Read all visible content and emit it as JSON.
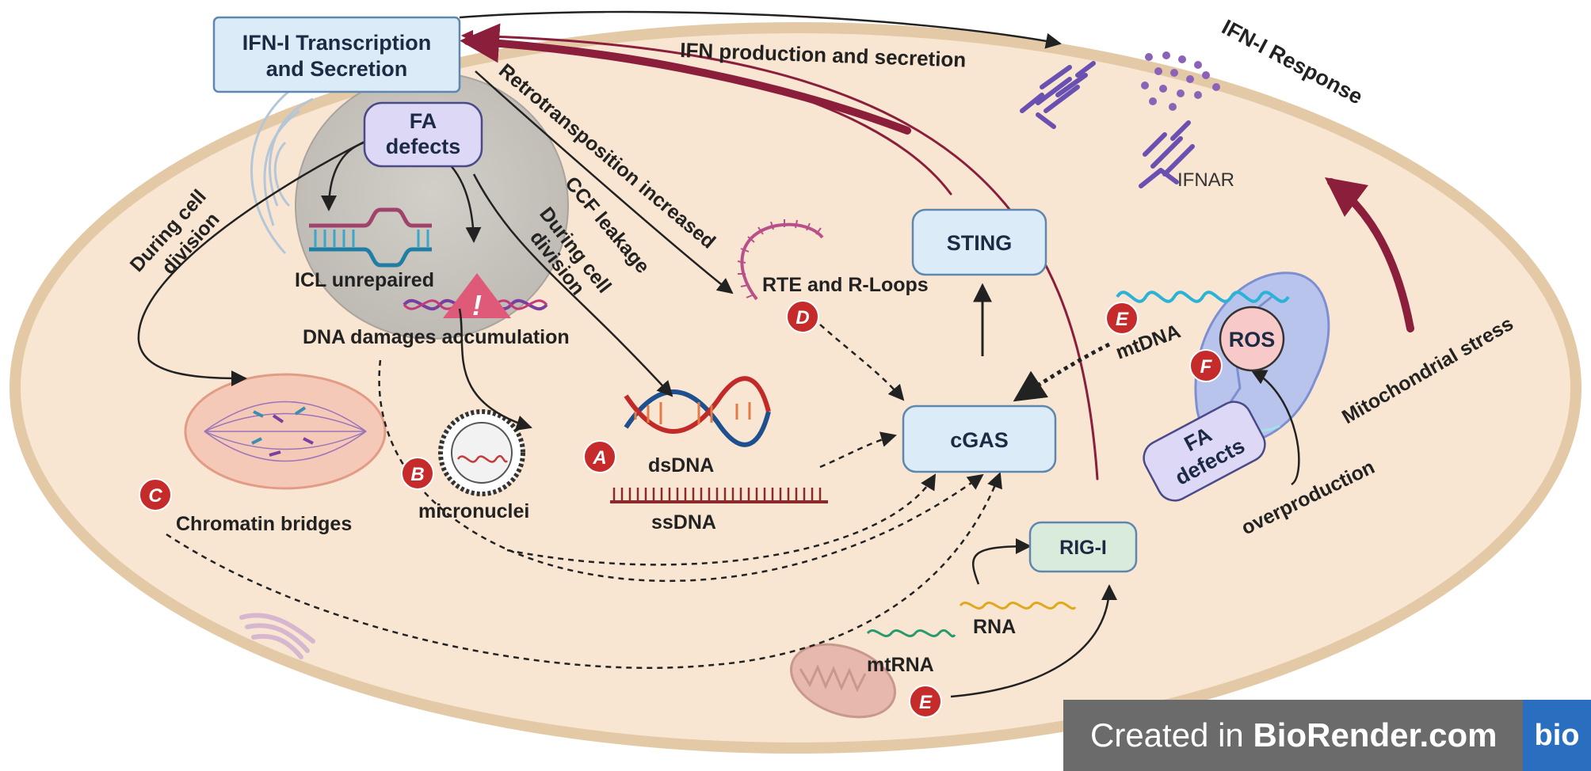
{
  "boxes": {
    "ifn_transcription": [
      "IFN-I Transcription",
      "and Secretion"
    ],
    "fa_defects_nucleus": [
      "FA",
      "defects"
    ],
    "sting": "STING",
    "cgas": "cGAS",
    "rig_i": "RIG-I",
    "ros": "ROS",
    "fa_defects_mito": [
      "FA",
      "defects"
    ]
  },
  "labels": {
    "ifn_production": "IFN production and secretion",
    "ifn_response": "IFN-I Response",
    "ifnar": "IFNAR",
    "retrotransposition": "Retrotransposition increased",
    "ccf_leakage": "CCF leakage",
    "during_cell_division_left": [
      "During cell",
      "division"
    ],
    "during_cell_division_mid": [
      "During cell",
      "division"
    ],
    "icl_unrepaired": "ICL unrepaired",
    "dna_damage": "DNA damages accumulation",
    "rte_rloops": "RTE and R-Loops",
    "mtdna": "mtDNA",
    "dsdna": "dsDNA",
    "ssdna": "ssDNA",
    "micronuclei": "micronuclei",
    "chromatin_bridges": "Chromatin bridges",
    "rna": "RNA",
    "mtrna": "mtRNA",
    "mito_stress": "Mitochondrial stress",
    "overproduction": "overproduction",
    "warning_mark": "!"
  },
  "badges": {
    "a": "A",
    "b": "B",
    "c": "C",
    "d": "D",
    "e_mtdna": "E",
    "e_mtrna": "E",
    "f": "F"
  },
  "watermark": {
    "prefix": "Created in ",
    "brand": "BioRender.com",
    "logo": "bio"
  },
  "colors": {
    "cell_fill": "#f8e6d2",
    "cell_border": "#e3c9a6",
    "nucleus": "#c9c6c0",
    "box_fill": "#dcebf8",
    "box_border": "#5f86ad",
    "fa_fill": "#dcd8f6",
    "rig_fill": "#d9ecdc",
    "badge": "#c62b2b",
    "ifn_arrow": "#8a1e3b",
    "receptor": "#6a50b0"
  }
}
